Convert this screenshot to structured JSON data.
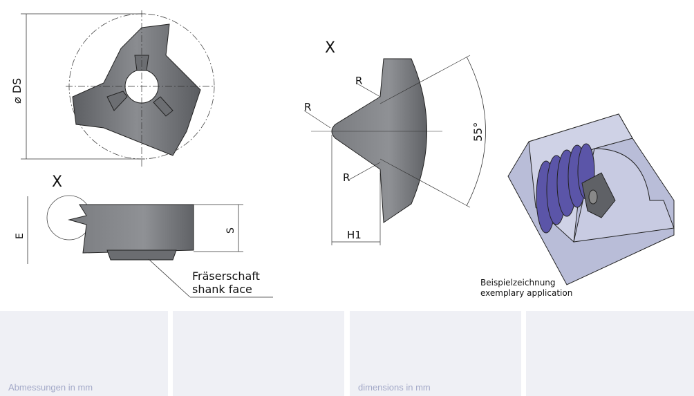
{
  "drawing": {
    "label_x_top": "X",
    "label_x_side": "X",
    "label_ds": "⌀ DS",
    "label_e": "E",
    "label_s": "S",
    "label_r1": "R",
    "label_r2": "R",
    "label_r3": "R",
    "label_h1": "H1",
    "label_angle": "55°",
    "shank_label_de": "Fräserschaft",
    "shank_label_en": "shank face",
    "example_label_de": "Beispielzeichnung",
    "example_label_en": "exemplary application"
  },
  "panels": [
    {
      "caption": "Abmessungen in mm"
    },
    {
      "caption": ""
    },
    {
      "caption": "dimensions in mm"
    },
    {
      "caption": ""
    }
  ],
  "colors": {
    "panel_bg": "#eff0f5",
    "caption": "#a3a9c8",
    "insert": "#6e7075",
    "thread": "#5b55a8",
    "block": "#b9bdd8"
  }
}
